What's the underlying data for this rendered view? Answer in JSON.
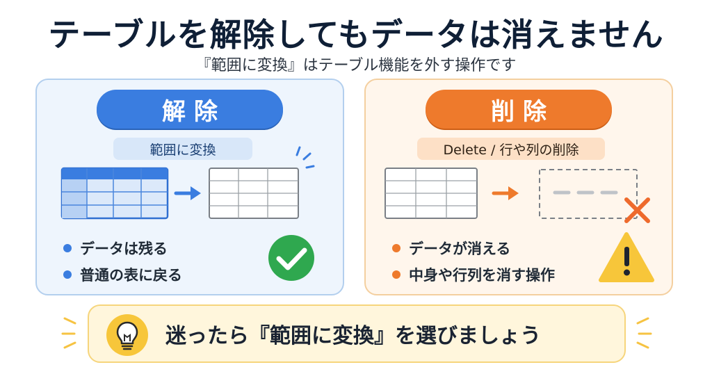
{
  "header": {
    "title": "テーブルを解除してもデータは消えません",
    "subtitle": "『範囲に変換』はテーブル機能を外す操作です"
  },
  "left_card": {
    "heading": "解除",
    "tag": "範囲に変換",
    "bullets": [
      "データは残る",
      "普通の表に戻る"
    ],
    "accent": "#3a7de0",
    "status_icon": "check-circle-icon"
  },
  "right_card": {
    "heading": "削除",
    "tag": "Delete / 行や列の削除",
    "bullets": [
      "データが消える",
      "中身や行列を消す操作"
    ],
    "accent": "#ee7a2c",
    "status_icon": "warning-triangle-icon"
  },
  "tip": {
    "text": "迷ったら『範囲に変換』を選びましょう",
    "icon": "lightbulb-icon"
  }
}
